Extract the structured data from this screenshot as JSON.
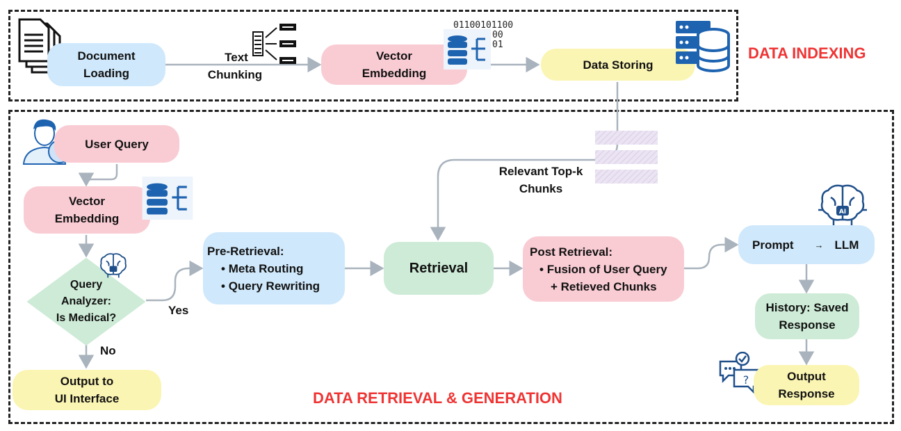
{
  "sections": {
    "indexing_title": "DATA INDEXING",
    "retrieval_title": "DATA RETRIEVAL & GENERATION"
  },
  "indexing": {
    "document_loading": [
      "Document",
      "Loading"
    ],
    "text_chunking": [
      "Text",
      "Chunking"
    ],
    "vector_embedding": [
      "Vector",
      "Embedding"
    ],
    "data_storing": "Data Storing",
    "binary": [
      "01100101100",
      "00",
      "01"
    ]
  },
  "retrieval": {
    "user_query": "User Query",
    "vector_embedding": [
      "Vector",
      "Embedding"
    ],
    "query_analyzer": [
      "Query",
      "Analyzer:",
      "Is Medical?"
    ],
    "yes_label": "Yes",
    "no_label": "No",
    "output_ui": [
      "Output to",
      "UI Interface"
    ],
    "pre_retrieval": {
      "heading": "Pre-Retrieval:",
      "items": [
        "Meta Routing",
        "Query Rewriting"
      ]
    },
    "retrieval_node": "Retrieval",
    "relevant_chunks": [
      "Relevant Top-k",
      "Chunks"
    ],
    "post_retrieval": {
      "heading": "Post Retrieval:",
      "items": [
        "Fusion of User Query",
        "+ Retieved Chunks"
      ]
    },
    "prompt": "Prompt",
    "arrow_glyph": "→",
    "llm": "LLM",
    "history": [
      "History: Saved",
      "Response"
    ],
    "output_response": [
      "Output",
      "Response"
    ],
    "ai_chip_text": "AI"
  },
  "colors": {
    "blue": "#cfe8fb",
    "pink": "#f9ccd4",
    "yellow": "#fbf5b3",
    "green": "#cdebd6",
    "title_red": "#ef3434",
    "connector": "#a9b3bd",
    "db_blue": "#1e63b0"
  },
  "icons": [
    "document-stack-icon",
    "chunking-icon",
    "database-embedding-icon",
    "database-server-icon",
    "user-question-icon",
    "ai-brain-icon",
    "chat-bubbles-icon",
    "stacked-chunks-icon"
  ]
}
